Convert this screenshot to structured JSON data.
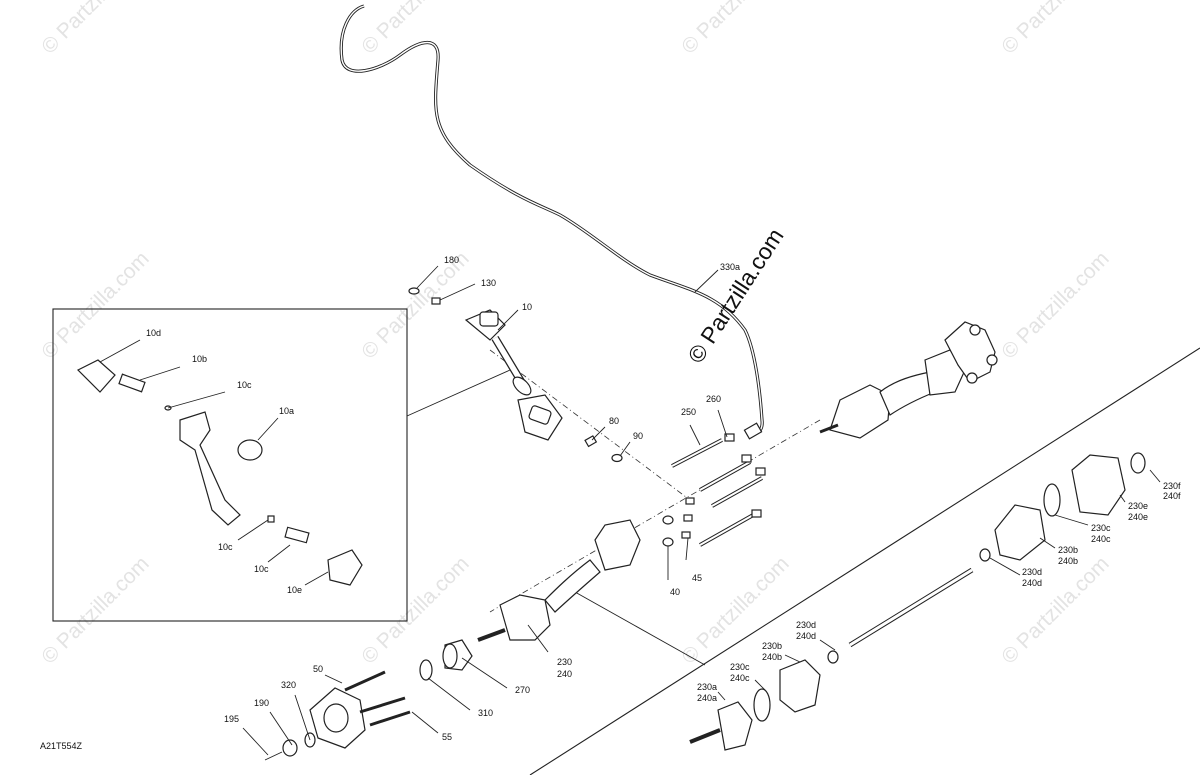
{
  "diagram": {
    "code": "A21T554Z",
    "site_mark": "© Partzilla.com",
    "watermark": "© Partzilla.com",
    "callouts": {
      "c180": "180",
      "c130": "130",
      "c10": "10",
      "c330a": "330a",
      "c80": "80",
      "c90": "90",
      "c250": "250",
      "c260": "260",
      "c45": "45",
      "c40": "40",
      "c230": "230",
      "c240": "240",
      "c50": "50",
      "c270": "270",
      "c310": "310",
      "c320": "320",
      "c190": "190",
      "c195": "195",
      "c55": "55",
      "c10d": "10d",
      "c10b": "10b",
      "c10c_top": "10c",
      "c10a": "10a",
      "c10c_left": "10c",
      "c10c_bottom": "10c",
      "c10e": "10e",
      "c230f": "230f",
      "c240f": "240f",
      "c230e": "230e",
      "c240e": "240e",
      "c230c_r": "230c",
      "c240c_r": "240c",
      "c230b_r": "230b",
      "c240b_r": "240b",
      "c230d_r": "230d",
      "c240d_r": "240d",
      "c230d_m": "230d",
      "c240d_m": "240d",
      "c230b_m": "230b",
      "c240b_m": "240b",
      "c230c_m": "230c",
      "c240c_m": "240c",
      "c230a": "230a",
      "c240a": "240a"
    }
  }
}
